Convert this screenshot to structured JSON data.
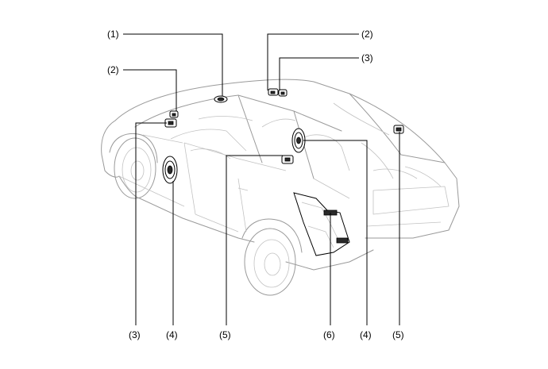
{
  "callouts": {
    "c1_top": "(1)",
    "c2_top_left": "(2)",
    "c2_top_right": "(2)",
    "c3_top_right": "(3)",
    "c3_bottom": "(3)",
    "c4_bottom_left": "(4)",
    "c5_bottom_left": "(5)",
    "c6_bottom": "(6)",
    "c4_bottom_right": "(4)",
    "c5_bottom_right": "(5)"
  }
}
